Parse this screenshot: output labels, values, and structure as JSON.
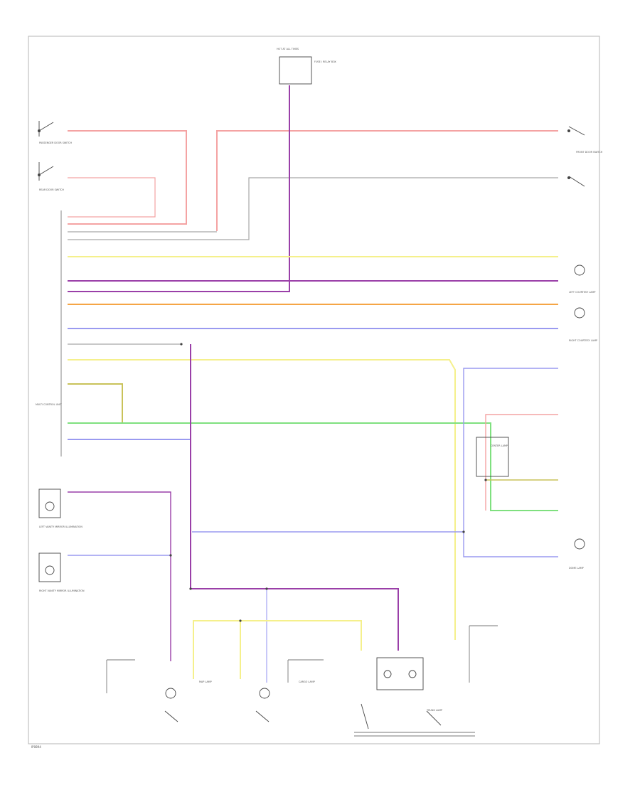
{
  "diagram": {
    "footer_code": "IP0894",
    "wire_colors": {
      "red": "#f4a3a3",
      "gray": "#a8a8a8",
      "violet": "#9a3fa8",
      "yellow": "#f5f08c",
      "blue": "#9a9af0",
      "orange": "#f5a545",
      "green": "#7fe07f",
      "olive": "#c9c25a",
      "light_blue": "#b0b0f5"
    },
    "components": {
      "top_fuse": {
        "title": "HOT AT ALL TIMES",
        "label": "FUSE / RELAY BOX"
      },
      "passenger_switch": {
        "label": "PASSENGER DOOR SWITCH"
      },
      "rear_switch": {
        "label": "REAR DOOR SWITCH"
      },
      "left_courtesy": {
        "label": "LEFT COURTESY LAMP"
      },
      "right_courtesy": {
        "label": "RIGHT COURTESY LAMP"
      },
      "front_door_switch": {
        "label": "FRONT DOOR SWITCH"
      },
      "multi_control": {
        "label": "MULTI CONTROL UNIT"
      },
      "left_vanity": {
        "label": "LEFT VANITY MIRROR ILLUMINATION"
      },
      "right_vanity": {
        "label": "RIGHT VANITY MIRROR ILLUMINATION"
      },
      "map_lamp": {
        "label": "MAP LAMP"
      },
      "cargo_lamp": {
        "label": "CARGO LAMP"
      },
      "trunk_lamp": {
        "label": "TRUNK LAMP"
      },
      "dome_lamp": {
        "label": "DOME LAMP"
      },
      "center_lamp": {
        "label": "CENTER LAMP"
      }
    }
  }
}
